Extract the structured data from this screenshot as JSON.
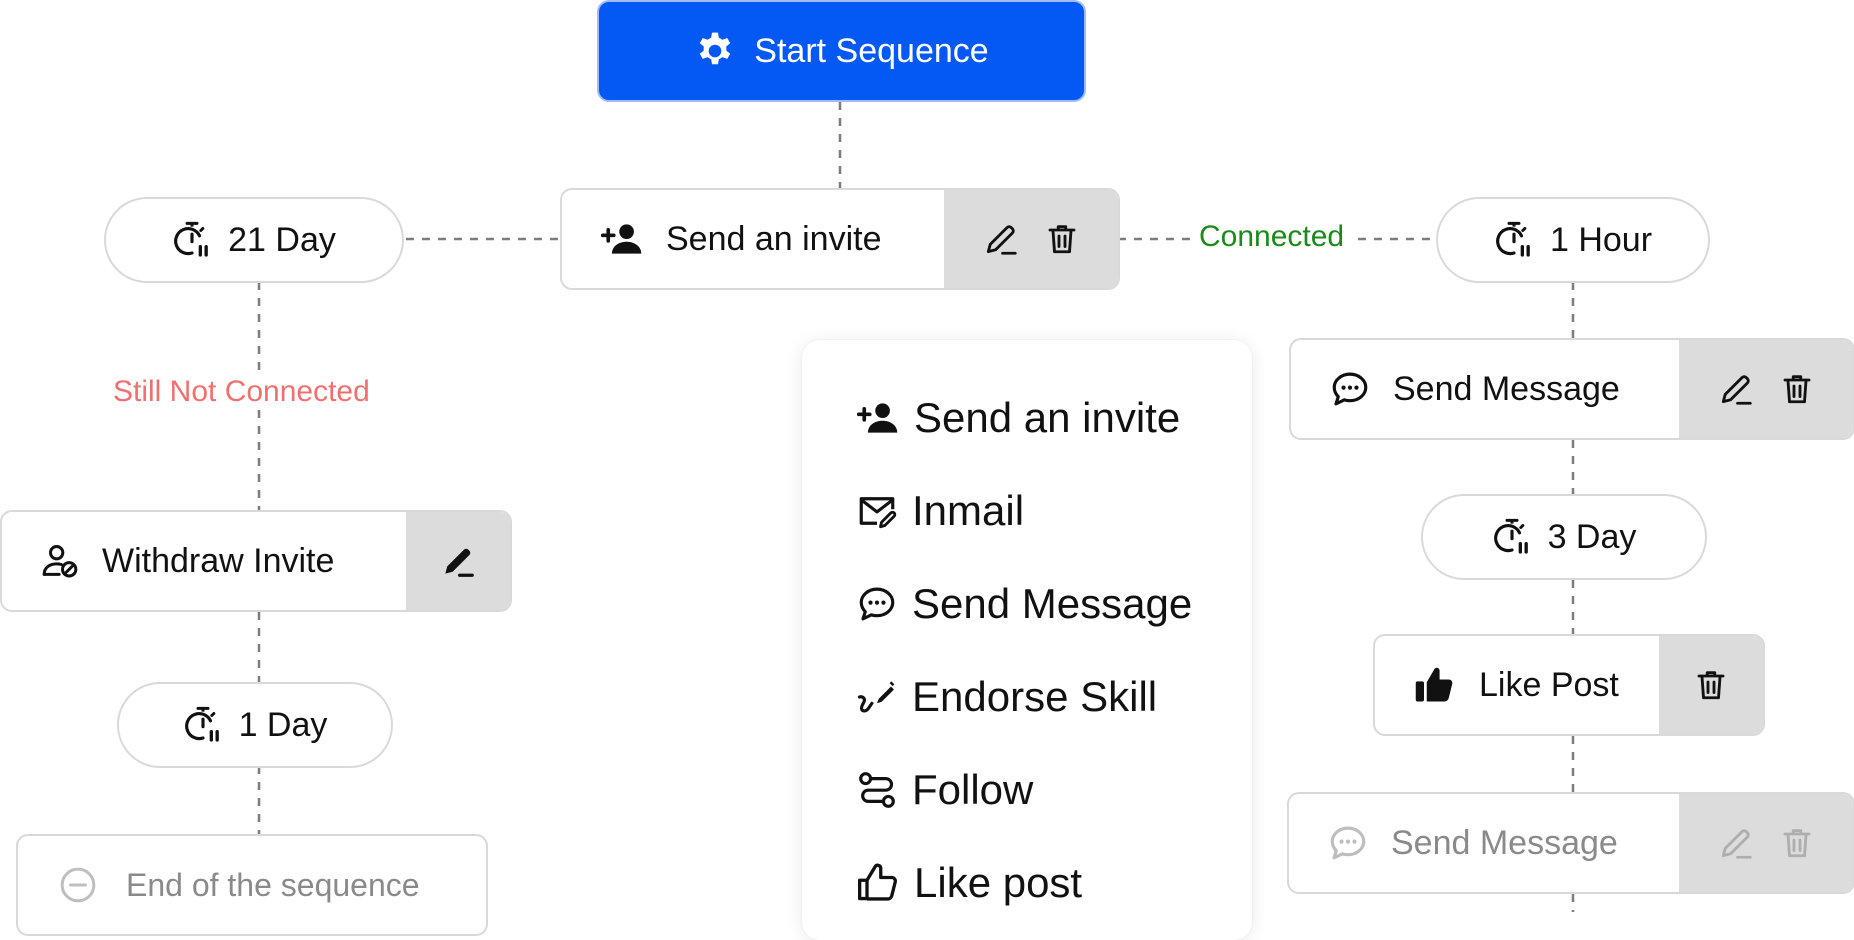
{
  "start": {
    "label": "Start Sequence",
    "icon": "gear-icon"
  },
  "root": {
    "label": "Send an invite",
    "icon": "person-add-icon"
  },
  "branches": {
    "connected_label": "Connected",
    "not_connected_label": "Still Not Connected"
  },
  "left": {
    "delay1": "21 Day",
    "withdraw": "Withdraw Invite",
    "delay2": "1 Day",
    "end": "End of the sequence"
  },
  "right": {
    "delay1": "1 Hour",
    "send_message": "Send Message",
    "delay2": "3 Day",
    "like_post": "Like Post",
    "send_message_2": "Send Message"
  },
  "menu": {
    "items": [
      {
        "label": "Send an invite",
        "icon": "person-add-icon"
      },
      {
        "label": "Inmail",
        "icon": "mail-edit-icon"
      },
      {
        "label": "Send Message",
        "icon": "chat-bubble-icon"
      },
      {
        "label": "Endorse Skill",
        "icon": "signature-pen-icon"
      },
      {
        "label": "Follow",
        "icon": "follow-route-icon"
      },
      {
        "label": "Like post",
        "icon": "thumbs-up-icon"
      }
    ]
  },
  "colors": {
    "primary": "#0459f4",
    "connected": "#1a8a1a",
    "not_connected": "#f07070",
    "action_bg": "#dcdcdc",
    "border": "#d9d9d9",
    "muted": "#8a8a8a"
  }
}
